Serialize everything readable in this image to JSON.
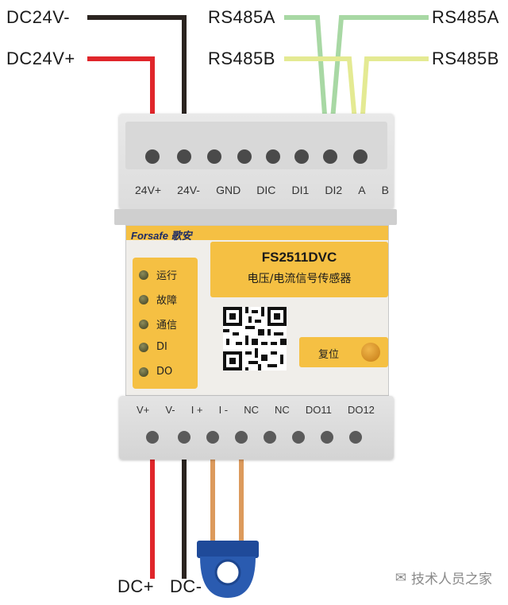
{
  "wire_labels": {
    "dc24v_minus": "DC24V-",
    "dc24v_plus": "DC24V+",
    "rs485a_left": "RS485A",
    "rs485a_right": "RS485A",
    "rs485b_left": "RS485B",
    "rs485b_right": "RS485B",
    "dc_plus": "DC+",
    "dc_minus": "DC-"
  },
  "device": {
    "top_terminals": [
      "24V+",
      "24V-",
      "GND",
      "DIC",
      "DI1",
      "DI2",
      "A",
      "B"
    ],
    "brand": "Forsafe 歌安",
    "leds": [
      "运行",
      "故障",
      "通信",
      "DI",
      "DO"
    ],
    "model": "FS2511DVC",
    "subtitle": "电压/电流信号传感器",
    "reset_label": "复位",
    "bottom_terminals": [
      "V+",
      "V-",
      "I +",
      "I -",
      "NC",
      "NC",
      "DO11",
      "DO12"
    ]
  },
  "watermark": "技术人员之家",
  "colors": {
    "black_wire": "#2b2420",
    "red_wire": "#e0262b",
    "green_wire": "#a8d8a4",
    "yellow_wire": "#e4ea93",
    "orange_wire": "#dc9a5c",
    "sensor_blue": "#2a5bb0",
    "panel_yellow": "#f5c043"
  }
}
